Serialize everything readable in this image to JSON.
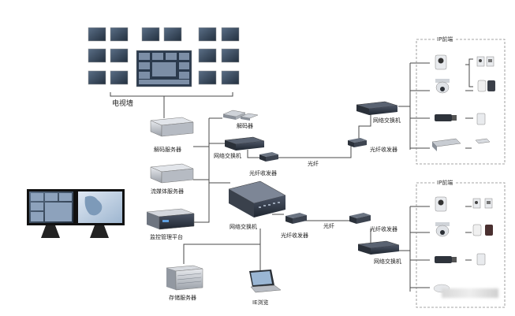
{
  "labels": {
    "tv_wall": "电视墙",
    "decoder": "解码器",
    "decode_server": "解码服务器",
    "stream_server": "流媒体服务器",
    "mgmt_platform": "监控管理平台",
    "switch_top": "网络交换机",
    "transceiver_top": "光纤收发器",
    "fiber_top": "光纤",
    "core_switch": "网络交换机",
    "transceiver_mid": "光纤收发器",
    "fiber_mid": "光纤",
    "storage_server": "存储服务器",
    "ie_browse": "IE浏览",
    "ip_front_1": "IP前端",
    "ip_front_2": "IP前端",
    "r_switch_top": "网络交换机",
    "r_transceiver_top": "光纤收发器",
    "r_transceiver_bot": "光纤收发器",
    "r_switch_bot": "网络交换机"
  },
  "colors": {
    "wire": "#4a4a4a",
    "zone_border": "#888888",
    "monitor_frame": "#1a1a1a",
    "device_dark": "#2e3440",
    "device_light": "#c9ccd2"
  },
  "icons": [
    "tv-wall-icon",
    "decoder-icon",
    "rack-server-icon",
    "monitor-icon",
    "switch-icon",
    "transceiver-icon",
    "storage-icon",
    "laptop-icon",
    "camera-icon",
    "dome-camera-icon",
    "box-camera-icon"
  ]
}
